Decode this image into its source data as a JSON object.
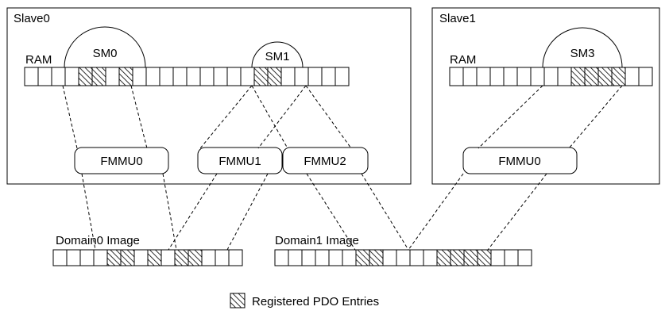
{
  "slaves": [
    {
      "name": "Slave0",
      "ram_label": "RAM",
      "sms": [
        "SM0",
        "SM1"
      ],
      "fmmus": [
        "FMMU0",
        "FMMU1",
        "FMMU2"
      ]
    },
    {
      "name": "Slave1",
      "ram_label": "RAM",
      "sms": [
        "SM3"
      ],
      "fmmus": [
        "FMMU0"
      ]
    }
  ],
  "domains": [
    {
      "label": "Domain0 Image"
    },
    {
      "label": "Domain1 Image"
    }
  ],
  "legend": {
    "label": "Registered PDO Entries"
  }
}
